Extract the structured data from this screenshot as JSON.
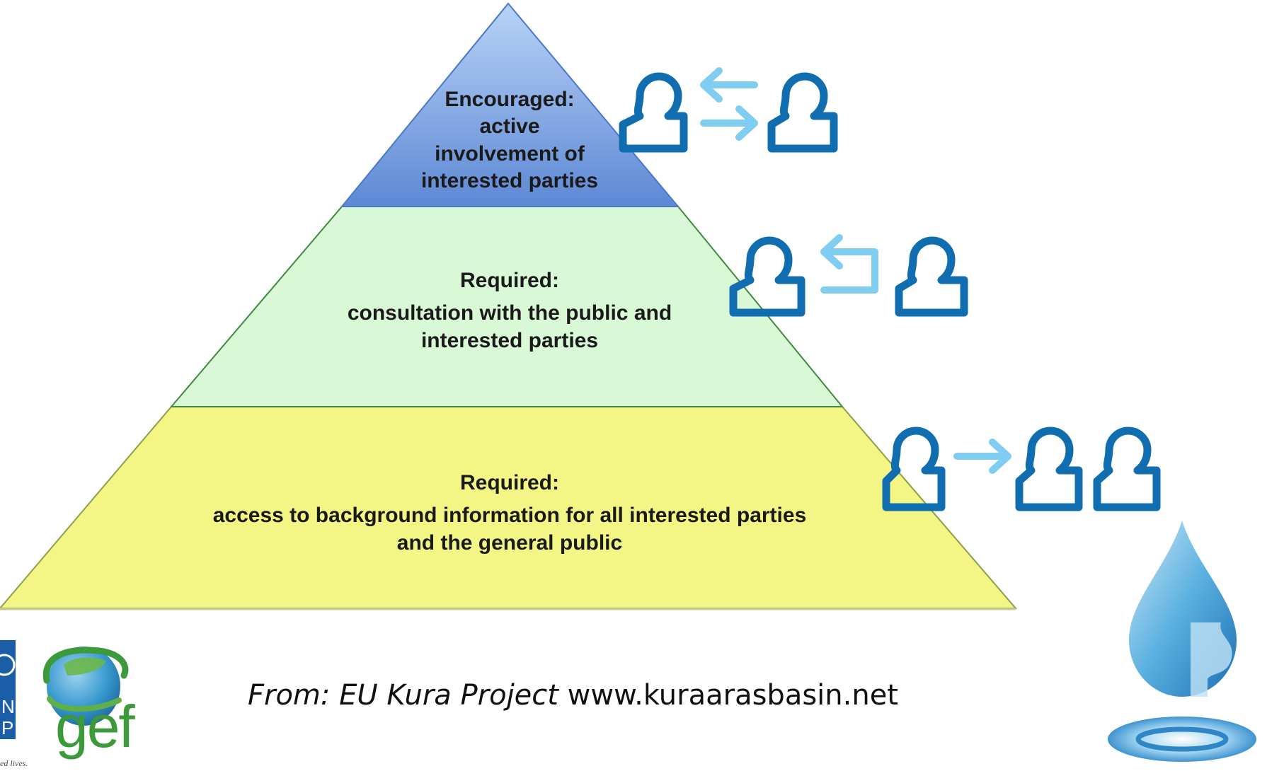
{
  "pyramid": {
    "top": {
      "title": "Encouraged:",
      "lines": [
        "active",
        "involvement of",
        "interested parties"
      ],
      "color": "#6f98dc"
    },
    "middle": {
      "title": "Required:",
      "lines": [
        "consultation with the public and",
        "interested parties"
      ],
      "color": "#d9f8d6"
    },
    "bottom": {
      "title": "Required:",
      "lines": [
        "access to background information for all interested parties",
        "and the  general public"
      ],
      "color": "#f3f585"
    }
  },
  "icons": {
    "person_color": "#0f6db0",
    "arrow_color": "#7fcdf0"
  },
  "caption": {
    "source": "From: EU Kura Project",
    "url": " www.kuraarasbasin.net"
  },
  "logos": {
    "undp_letters": [
      "N",
      "P"
    ],
    "gef_word": "gef",
    "undp_tagline": "ed lives."
  }
}
